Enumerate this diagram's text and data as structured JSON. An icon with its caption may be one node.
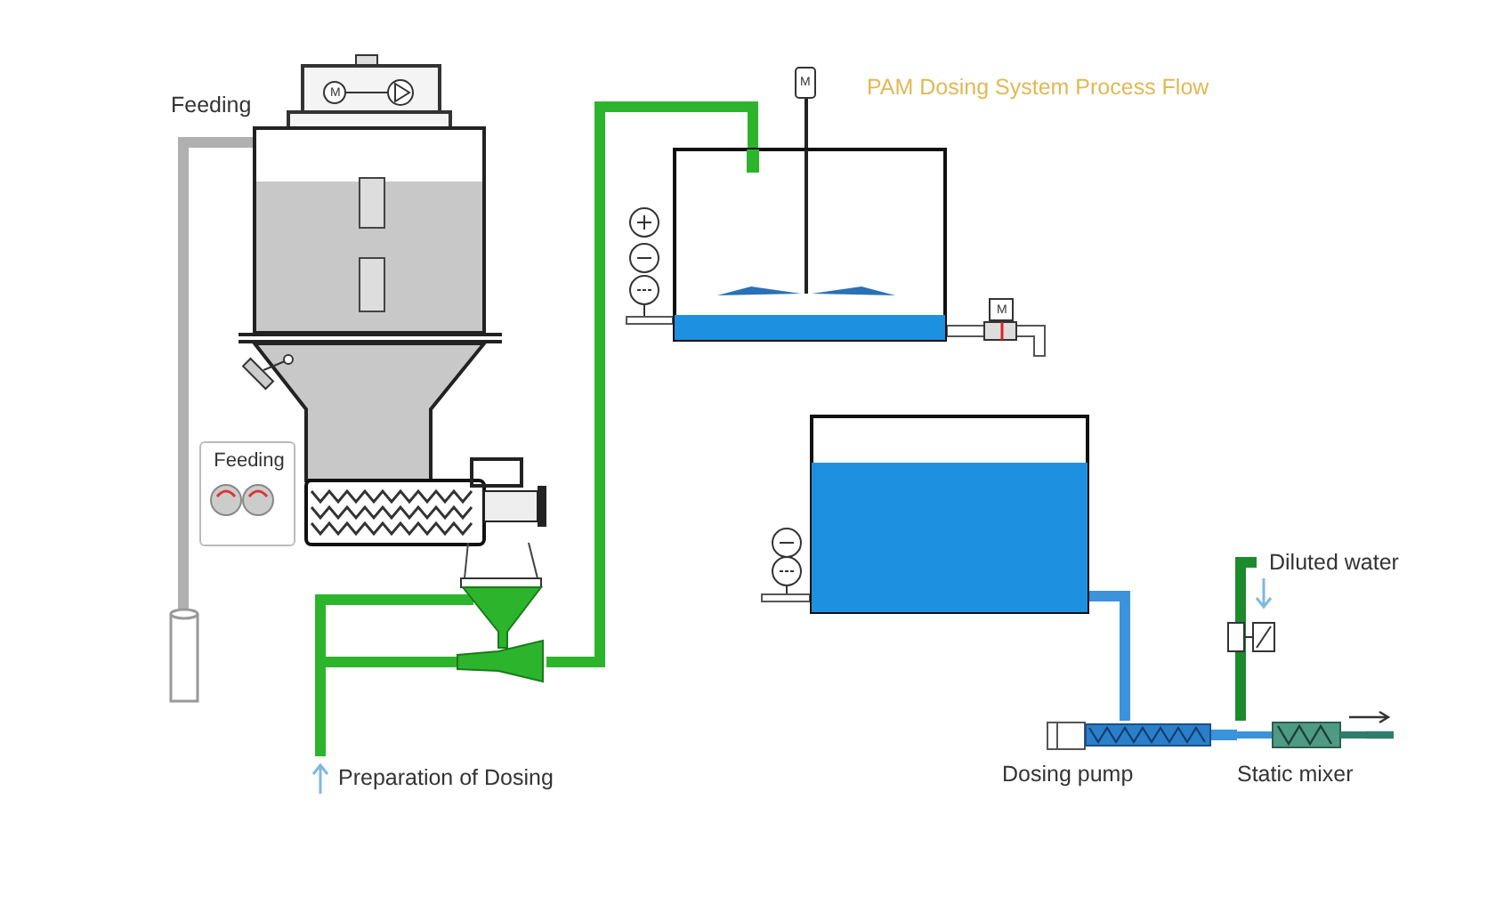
{
  "diagram": {
    "title": "PAM Dosing System Process Flow",
    "nodes": [
      {
        "text": [],
        "shape": "picture"
      },
      {
        "text": [
          "Feeding"
        ]
      },
      {
        "text": [],
        "shape": "cylinder"
      },
      {
        "text": [],
        "shape": "picture"
      },
      {
        "text": [
          "Preparation of Dosing"
        ]
      },
      {
        "text": [],
        "shape": "box"
      },
      {
        "text": [],
        "shape": "box"
      },
      {
        "text": [
          "Diluted water"
        ]
      },
      {
        "text": [
          "Dosing pump"
        ]
      },
      {
        "text": [
          "Static mixer"
        ]
      }
    ],
    "edges": [
      {
        "from": 2,
        "to": 0,
        "arrow": "none",
        "color": "#b0b0b0"
      },
      {
        "from": 4,
        "to": 3,
        "arrow": "none"
      },
      {
        "from": 4,
        "to": 3,
        "arrow": "none"
      },
      {
        "from": 3,
        "to": 5,
        "arrow": "none"
      },
      {
        "from": 6,
        "to": 8,
        "arrow": "none",
        "color": "#3a93db"
      },
      {
        "from": 8,
        "to": 9,
        "arrow": "none",
        "color": "#3a93db"
      },
      {
        "from": 7,
        "to": 9,
        "arrow": "none",
        "color": "#1e8a2e"
      },
      {
        "from": 9,
        "to": null,
        "arrow": "none",
        "color": "#2f7d6a"
      }
    ],
    "labels": [
      "Feeding",
      "M",
      "M",
      "M"
    ]
  }
}
